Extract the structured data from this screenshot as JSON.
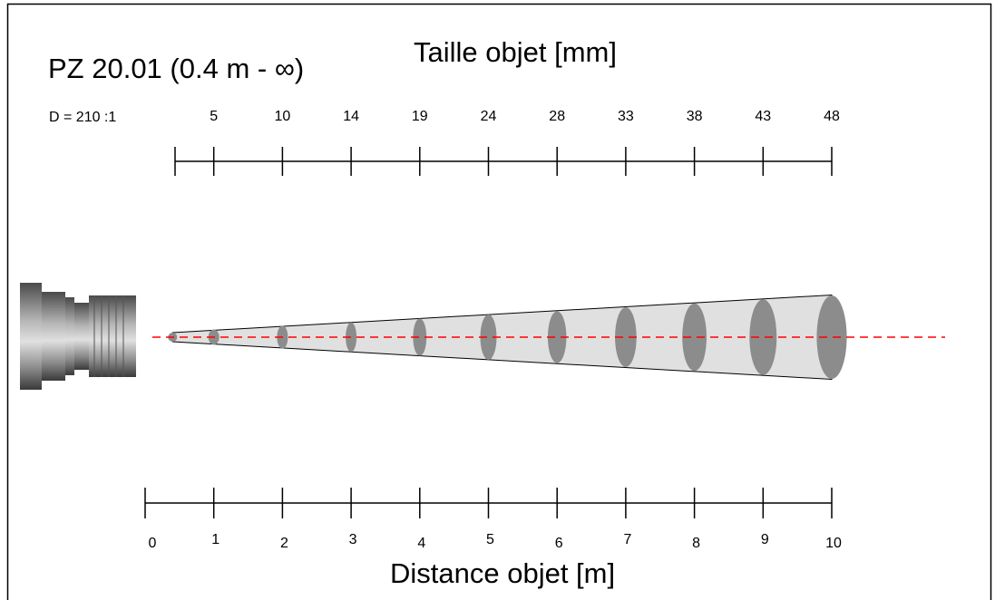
{
  "diagram": {
    "title": "PZ 20.01 (0.4 m - ∞)",
    "top_axis_title": "Taille objet [mm]",
    "ratio_label": "D = 210 :1",
    "bottom_axis_title": "Distance objet [m]",
    "spot_sizes_mm": [
      "5",
      "10",
      "14",
      "19",
      "24",
      "28",
      "33",
      "38",
      "43",
      "48"
    ],
    "distances_m": [
      "0",
      "1",
      "2",
      "3",
      "4",
      "5",
      "6",
      "7",
      "8",
      "9",
      "10"
    ],
    "min_distance_m": 0.4,
    "colors": {
      "cone_fill": "#e0e0e0",
      "spot_fill": "#8c8c8c",
      "axis_line": "#ff0000",
      "sensor_body": "#8a8a8a"
    }
  }
}
